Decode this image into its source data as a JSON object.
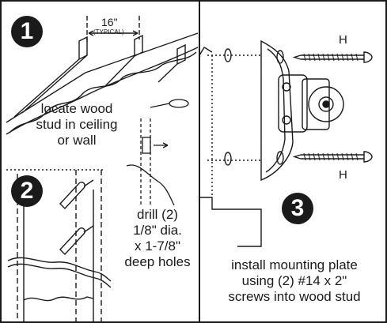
{
  "steps": {
    "one": "1",
    "two": "2",
    "three": "3"
  },
  "dimension": {
    "spacing": "16\"",
    "note": "(TYPICAL)"
  },
  "hardware_label_top": "H",
  "hardware_label_bottom": "H",
  "captions": {
    "locate": [
      "locate wood",
      "stud in ceiling",
      "or wall"
    ],
    "drill": [
      "drill (2)",
      "1/8\" dia.",
      "x  1-7/8\"",
      "deep holes"
    ],
    "install": [
      "install mounting plate",
      "using (2) #14 x 2\"",
      "screws into wood stud"
    ]
  }
}
